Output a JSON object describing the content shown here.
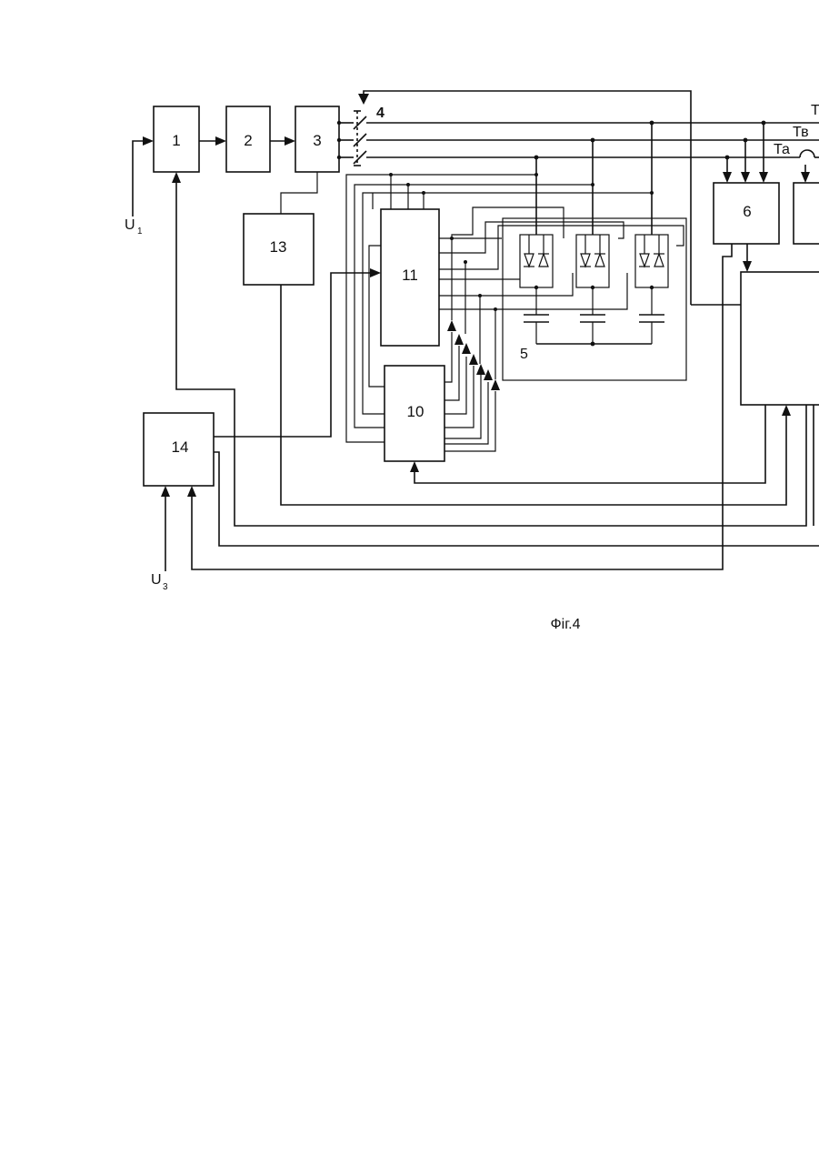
{
  "blocks": {
    "b1": "1",
    "b2": "2",
    "b3": "3",
    "b6": "6",
    "b10": "10",
    "b11": "11",
    "b13": "13",
    "b14": "14"
  },
  "labels": {
    "switch": "4",
    "capacitor_bank": "5",
    "input_u1": "U",
    "input_u1_sub": "1",
    "input_u3": "U",
    "input_u3_sub": "3",
    "tap_b": "Тв",
    "tap_a": "Та",
    "tap_c": "Т"
  },
  "caption": "Фіг.4",
  "icons": [
    "thyristor-pair-icon",
    "capacitor-icon",
    "arrow-icon"
  ]
}
